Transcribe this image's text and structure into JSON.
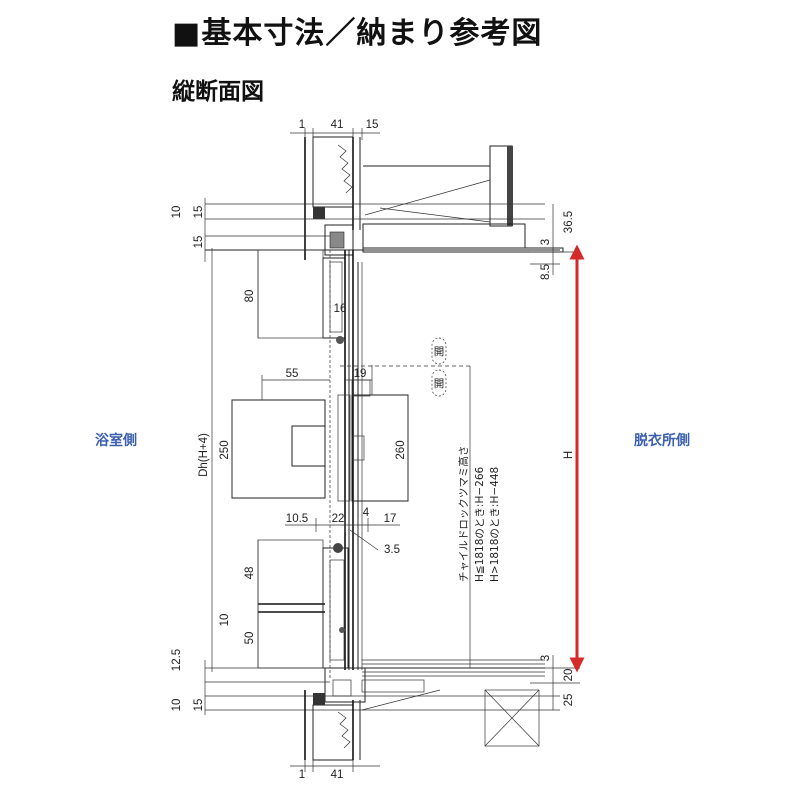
{
  "header": {
    "title": "■基本寸法／納まり参考図",
    "subtitle": "縦断面図"
  },
  "sides": {
    "left": "浴室側",
    "right": "脱衣所側",
    "color": "#3a5fb0"
  },
  "dimensions": {
    "top_1": "1",
    "top_41": "41",
    "top_15": "15",
    "left_10_top": "10",
    "left_15_top_a": "15",
    "left_15_top_b": "15",
    "dim_80": "80",
    "dim_16": "16",
    "dim_55": "55",
    "dim_19": "19",
    "dim_250": "250",
    "dim_260": "260",
    "dim_dh": "Dh(H+4)",
    "dim_10_5": "10.5",
    "dim_22": "22",
    "dim_4": "4",
    "dim_17": "17",
    "dim_3_5": "3.5",
    "dim_48": "48",
    "dim_10_mid": "10",
    "dim_50": "50",
    "left_12_5": "12.5",
    "left_10_bot": "10",
    "left_15_bot": "15",
    "bottom_1": "1",
    "bottom_41": "41",
    "right_36_5": "36.5",
    "right_3_top": "3",
    "right_8_5": "8.5",
    "right_h": "H",
    "right_3_bot": "3",
    "right_20": "20",
    "right_25": "25"
  },
  "notes": {
    "open_mark_top": "開",
    "open_mark_bot": "開",
    "lock_height_title": "チャイルドロックツマミ高さ",
    "lock_height_line1": "H≦1818のとき:H−266",
    "lock_height_line2": "H>1818のとき:H−448"
  },
  "colors": {
    "h_arrow": "#d42a2a"
  }
}
